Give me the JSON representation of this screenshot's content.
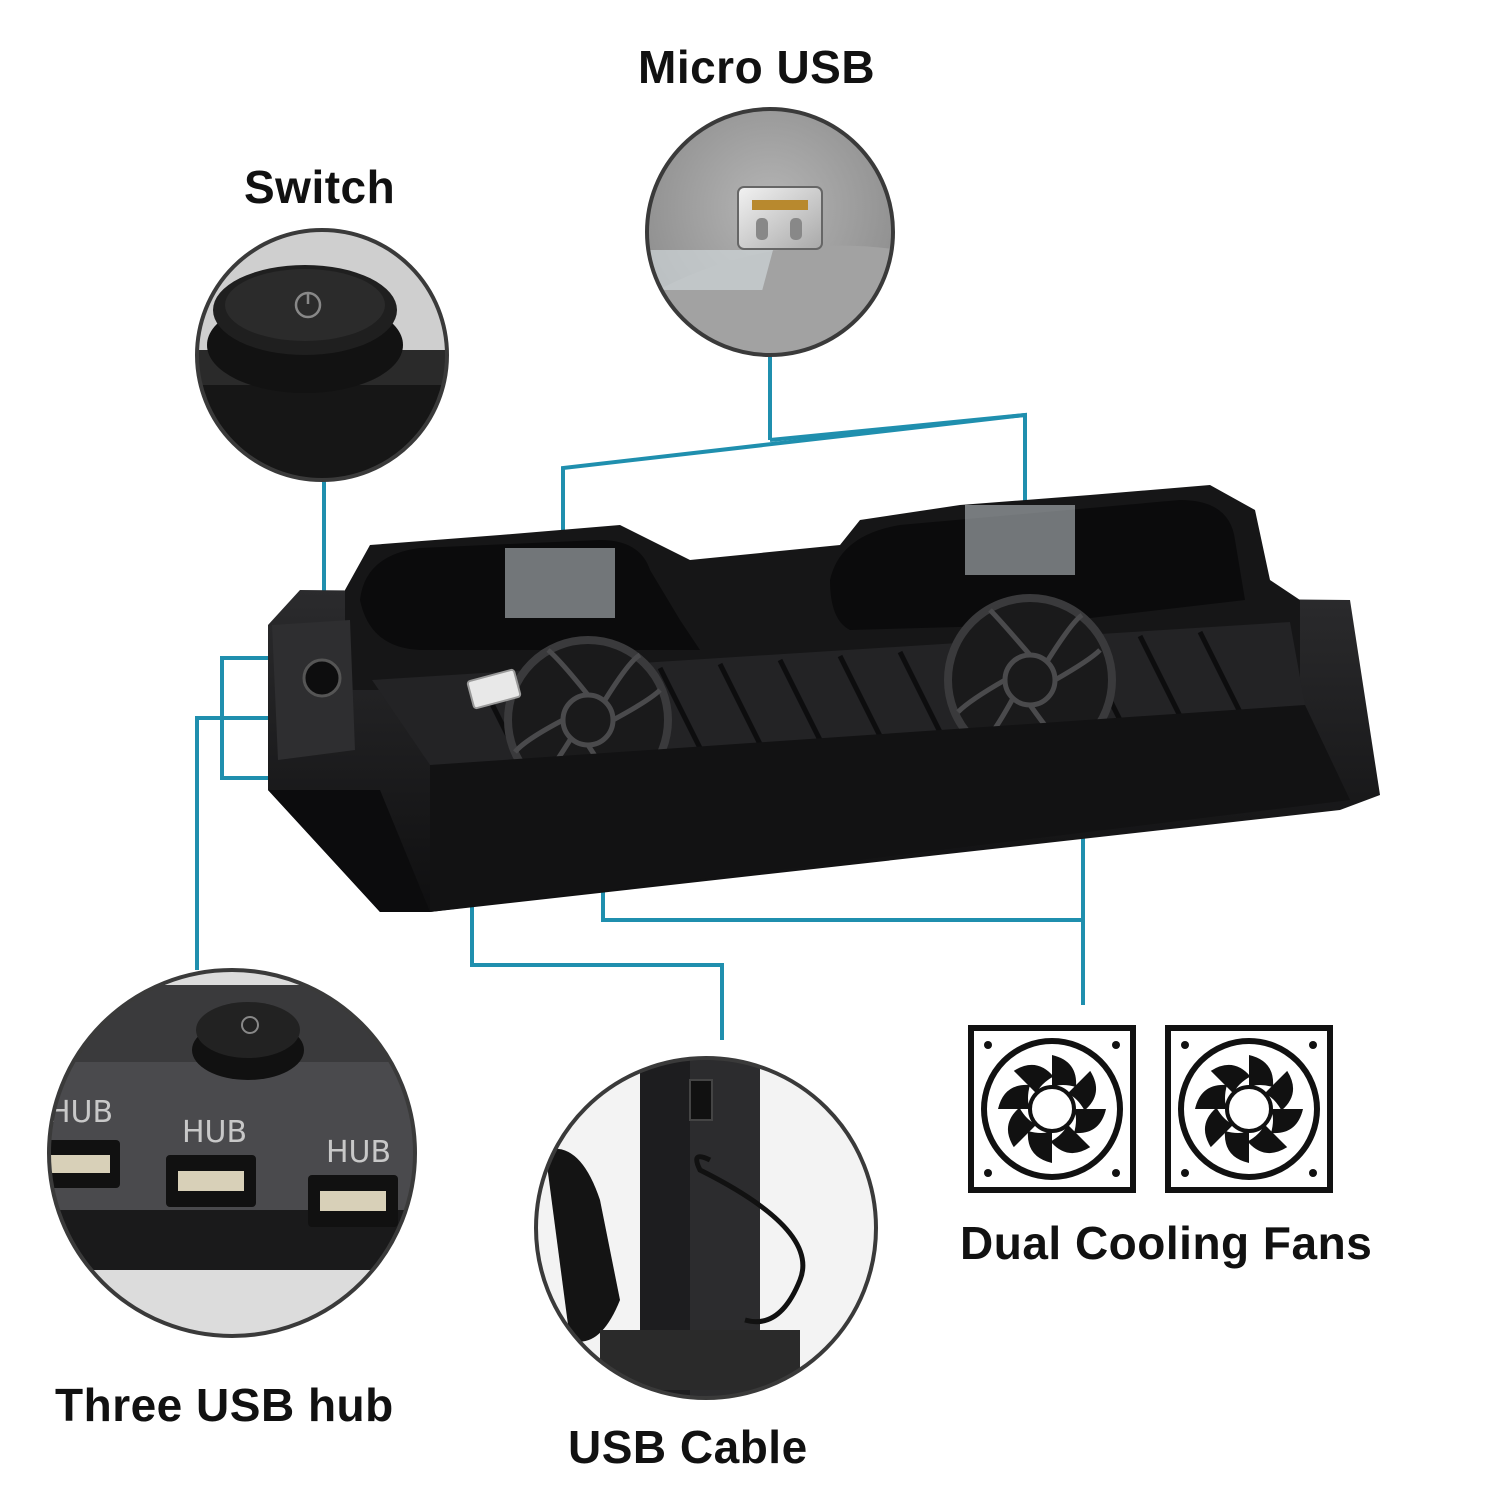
{
  "labels": {
    "micro_usb": "Micro USB",
    "switch": "Switch",
    "three_usb_hub": "Three USB hub",
    "usb_cable": "USB Cable",
    "dual_cooling_fans": "Dual Cooling Fans"
  },
  "hub_ports": [
    "HUB",
    "HUB",
    "HUB"
  ],
  "colors": {
    "callout_line": "#1f8fae",
    "device_body": "#1c1c1e",
    "background": "#ffffff"
  },
  "icons": [
    "fan-icon",
    "fan-icon"
  ]
}
